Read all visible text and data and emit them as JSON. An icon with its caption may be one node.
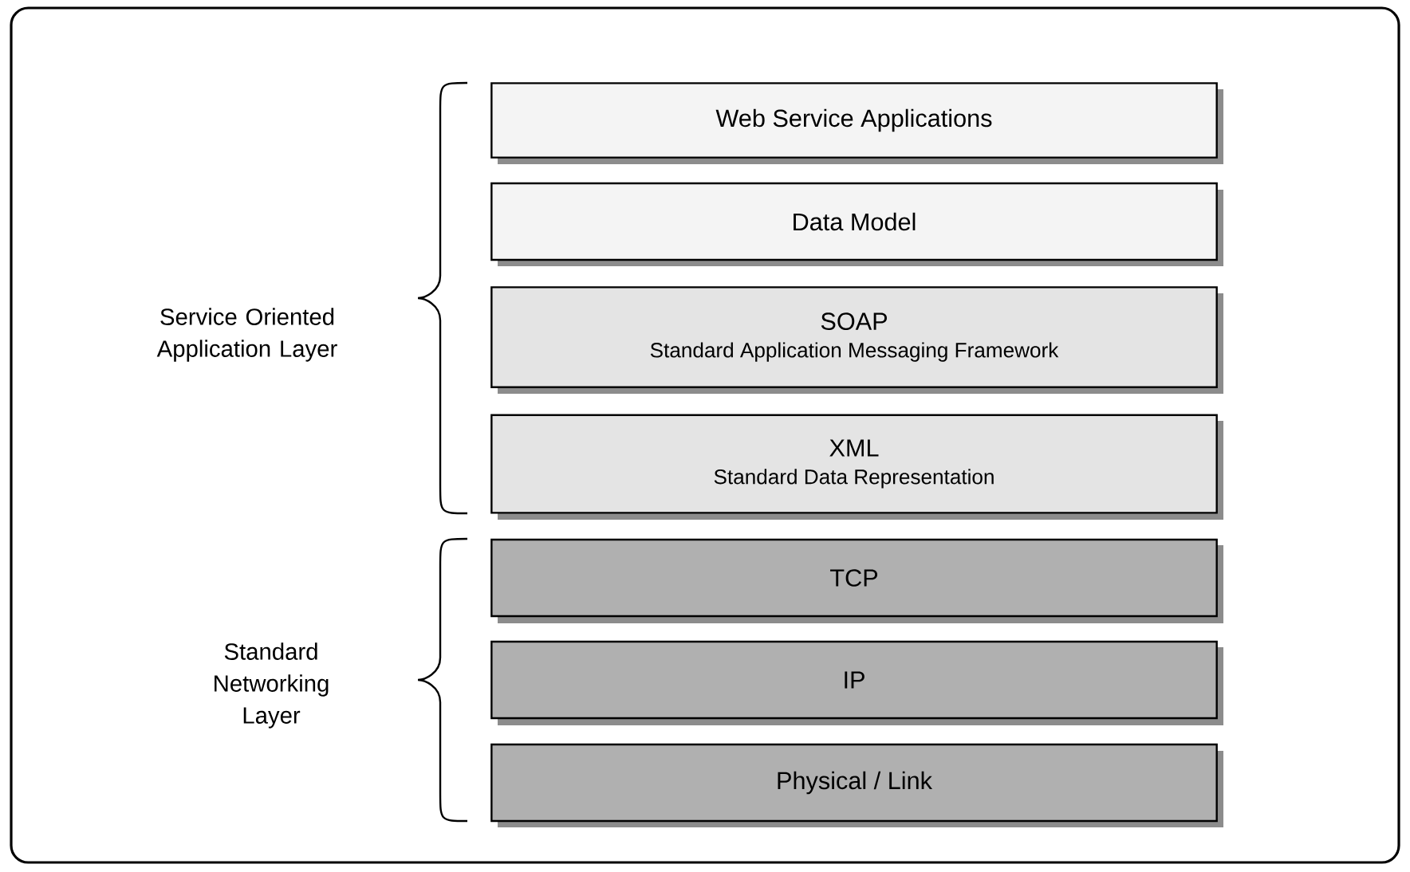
{
  "diagram": {
    "nodes": [
      {
        "text": [
          "Web Service Applications"
        ]
      },
      {
        "text": [
          "Data Model"
        ]
      },
      {
        "text": [
          "SOAP",
          "Standard Application Messaging Framework"
        ]
      },
      {
        "text": [
          "XML",
          "Standard Data Representation"
        ]
      },
      {
        "text": [
          "TCP"
        ]
      },
      {
        "text": [
          "IP"
        ]
      },
      {
        "text": [
          "Physical / Link"
        ]
      }
    ],
    "labels": [
      "Service Oriented Application Layer",
      "Standard Networking Layer"
    ]
  }
}
